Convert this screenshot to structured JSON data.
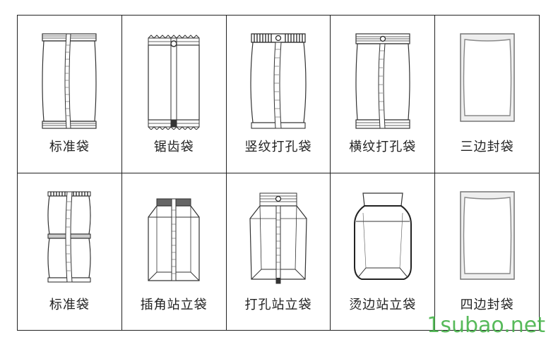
{
  "bags": [
    {
      "name": "标准袋"
    },
    {
      "name": "锯齿袋"
    },
    {
      "name": "竖纹打孔袋"
    },
    {
      "name": "横纹打孔袋"
    },
    {
      "name": "三边封袋"
    },
    {
      "name": "标准袋"
    },
    {
      "name": "插角站立袋"
    },
    {
      "name": "打孔站立袋"
    },
    {
      "name": "烫边站立袋"
    },
    {
      "name": "四边封袋"
    }
  ],
  "watermark": "1subao.net"
}
